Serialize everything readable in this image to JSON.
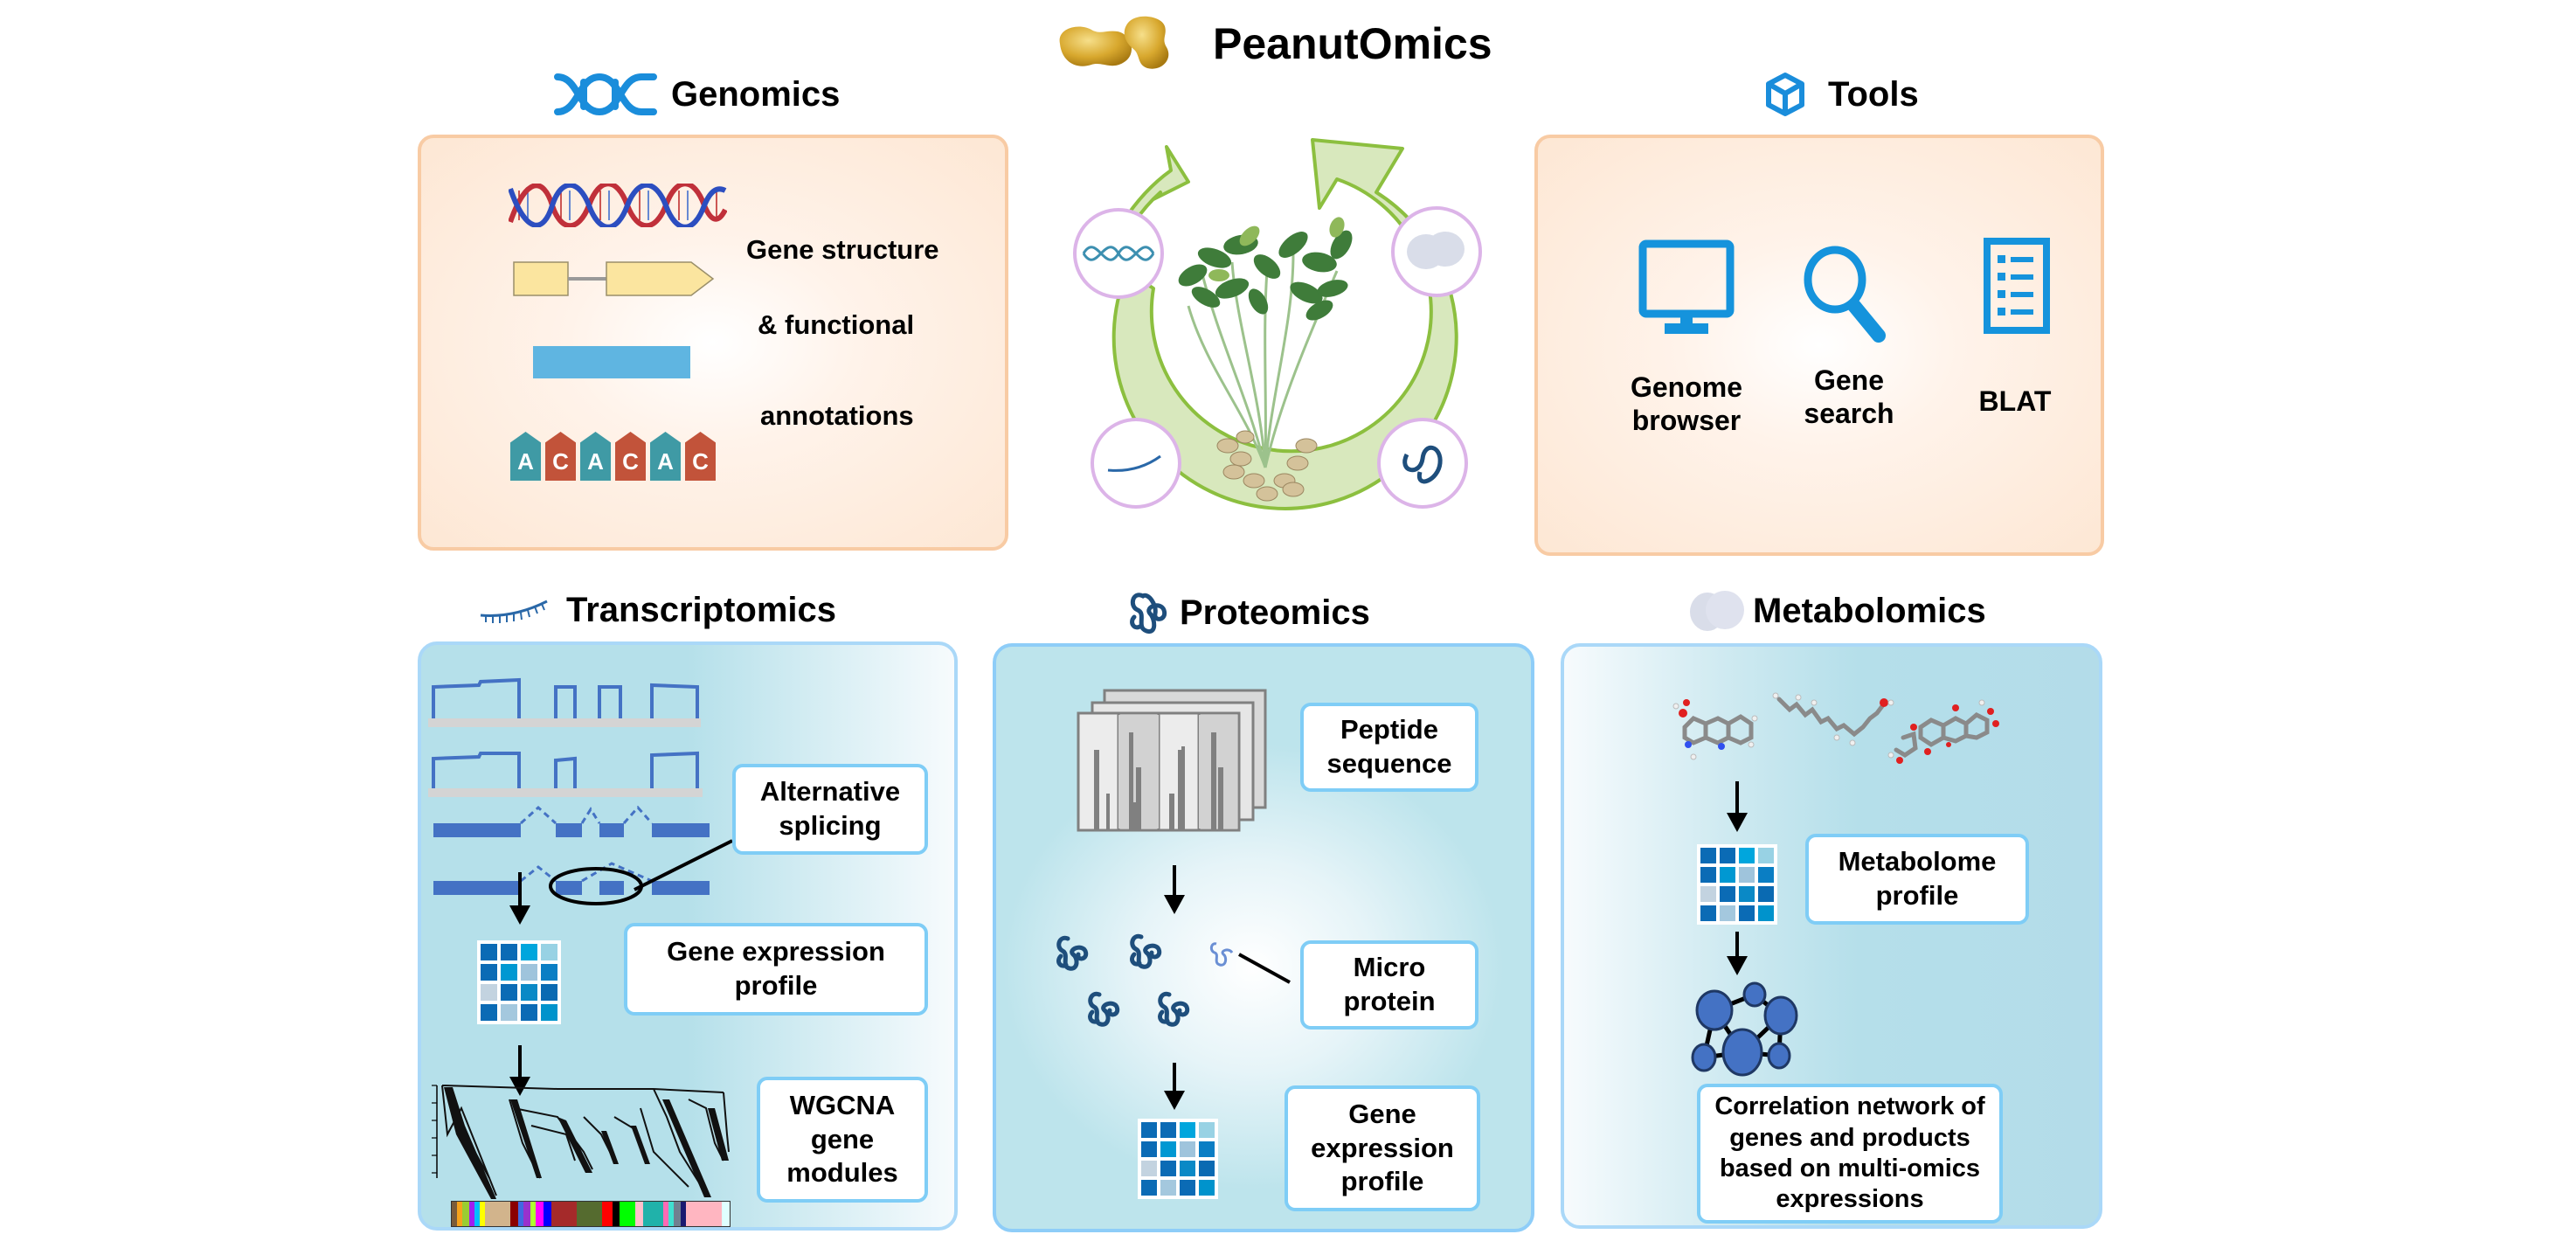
{
  "app": {
    "title": "PeanutOmics",
    "logo_icon": "peanut-icon"
  },
  "colors": {
    "accent_blue": "#1a8ddb",
    "orange_panel_border": "#f8cba4",
    "blue_panel_border": "#8ecdf8",
    "label_border": "#7fcdf6",
    "cycle_green": "#8cbf3f",
    "cycle_fill": "#d8e8bd",
    "node_circle_border": "#dcb4e8",
    "exon_blue": "#4472c4"
  },
  "cycle": {
    "center_image": "peanut-plant-illustration",
    "nodes": [
      {
        "icon": "dna-icon",
        "position": "top-left"
      },
      {
        "icon": "metabolite-cloud-icon",
        "position": "top-right"
      },
      {
        "icon": "rna-icon",
        "position": "bottom-left"
      },
      {
        "icon": "protein-icon",
        "position": "bottom-right"
      }
    ]
  },
  "genomics": {
    "title": "Genomics",
    "icon": "dna-helix-icon",
    "text_lines": [
      "Gene structure",
      "& functional",
      "annotations"
    ],
    "nucleotides": [
      "A",
      "C",
      "A",
      "C",
      "A",
      "C"
    ]
  },
  "tools": {
    "title": "Tools",
    "icon": "cube-icon",
    "items": [
      {
        "label": "Genome\nbrowser",
        "icon": "monitor-icon"
      },
      {
        "label": "Gene\nsearch",
        "icon": "magnifier-icon"
      },
      {
        "label": "BLAT",
        "icon": "list-document-icon"
      }
    ]
  },
  "transcriptomics": {
    "title": "Transcriptomics",
    "icon": "rna-strand-icon",
    "labels": {
      "alt_splicing": "Alternative\nsplicing",
      "gene_expr": "Gene expression\nprofile",
      "wgcna": "WGCNA\ngene\nmodules"
    },
    "module_colors": [
      "#7a5c3a",
      "#f6a31b",
      "#9acd32",
      "#a020f0",
      "#00bfff",
      "#ffff00",
      "#d2b48c",
      "#8b0000",
      "#4169e1",
      "#9932cc",
      "#adff2f",
      "#ff00ff",
      "#0000ff",
      "#a52a2a",
      "#556b2f",
      "#ff0000",
      "#000000",
      "#00ff00",
      "#ffc0cb",
      "#20b2aa",
      "#ff69b4",
      "#40e0d0",
      "#708090",
      "#191970",
      "#ffb6c1",
      "#e0ffff"
    ]
  },
  "proteomics": {
    "title": "Proteomics",
    "icon": "protein-fold-icon",
    "labels": {
      "peptide": "Peptide\nsequence",
      "micro": "Micro\nprotein",
      "gene_expr": "Gene\nexpression\nprofile"
    }
  },
  "metabolomics": {
    "title": "Metabolomics",
    "icon": "metabolite-cloud-icon",
    "labels": {
      "profile": "Metabolome\nprofile",
      "network": "Correlation network of\ngenes and products\nbased on multi-omics\nexpressions"
    }
  },
  "heatmap_colors": [
    "#0b6bb5",
    "#0b6bb5",
    "#00a6dd",
    "#98d2e4",
    "#0b6bb5",
    "#0098d2",
    "#9fc4dc",
    "#0a7ec4",
    "#c3d3e0",
    "#0b6bb5",
    "#0a89c6",
    "#0a6ab2",
    "#0b6bb5",
    "#a4c8de",
    "#0b6bb5",
    "#0093cc"
  ]
}
